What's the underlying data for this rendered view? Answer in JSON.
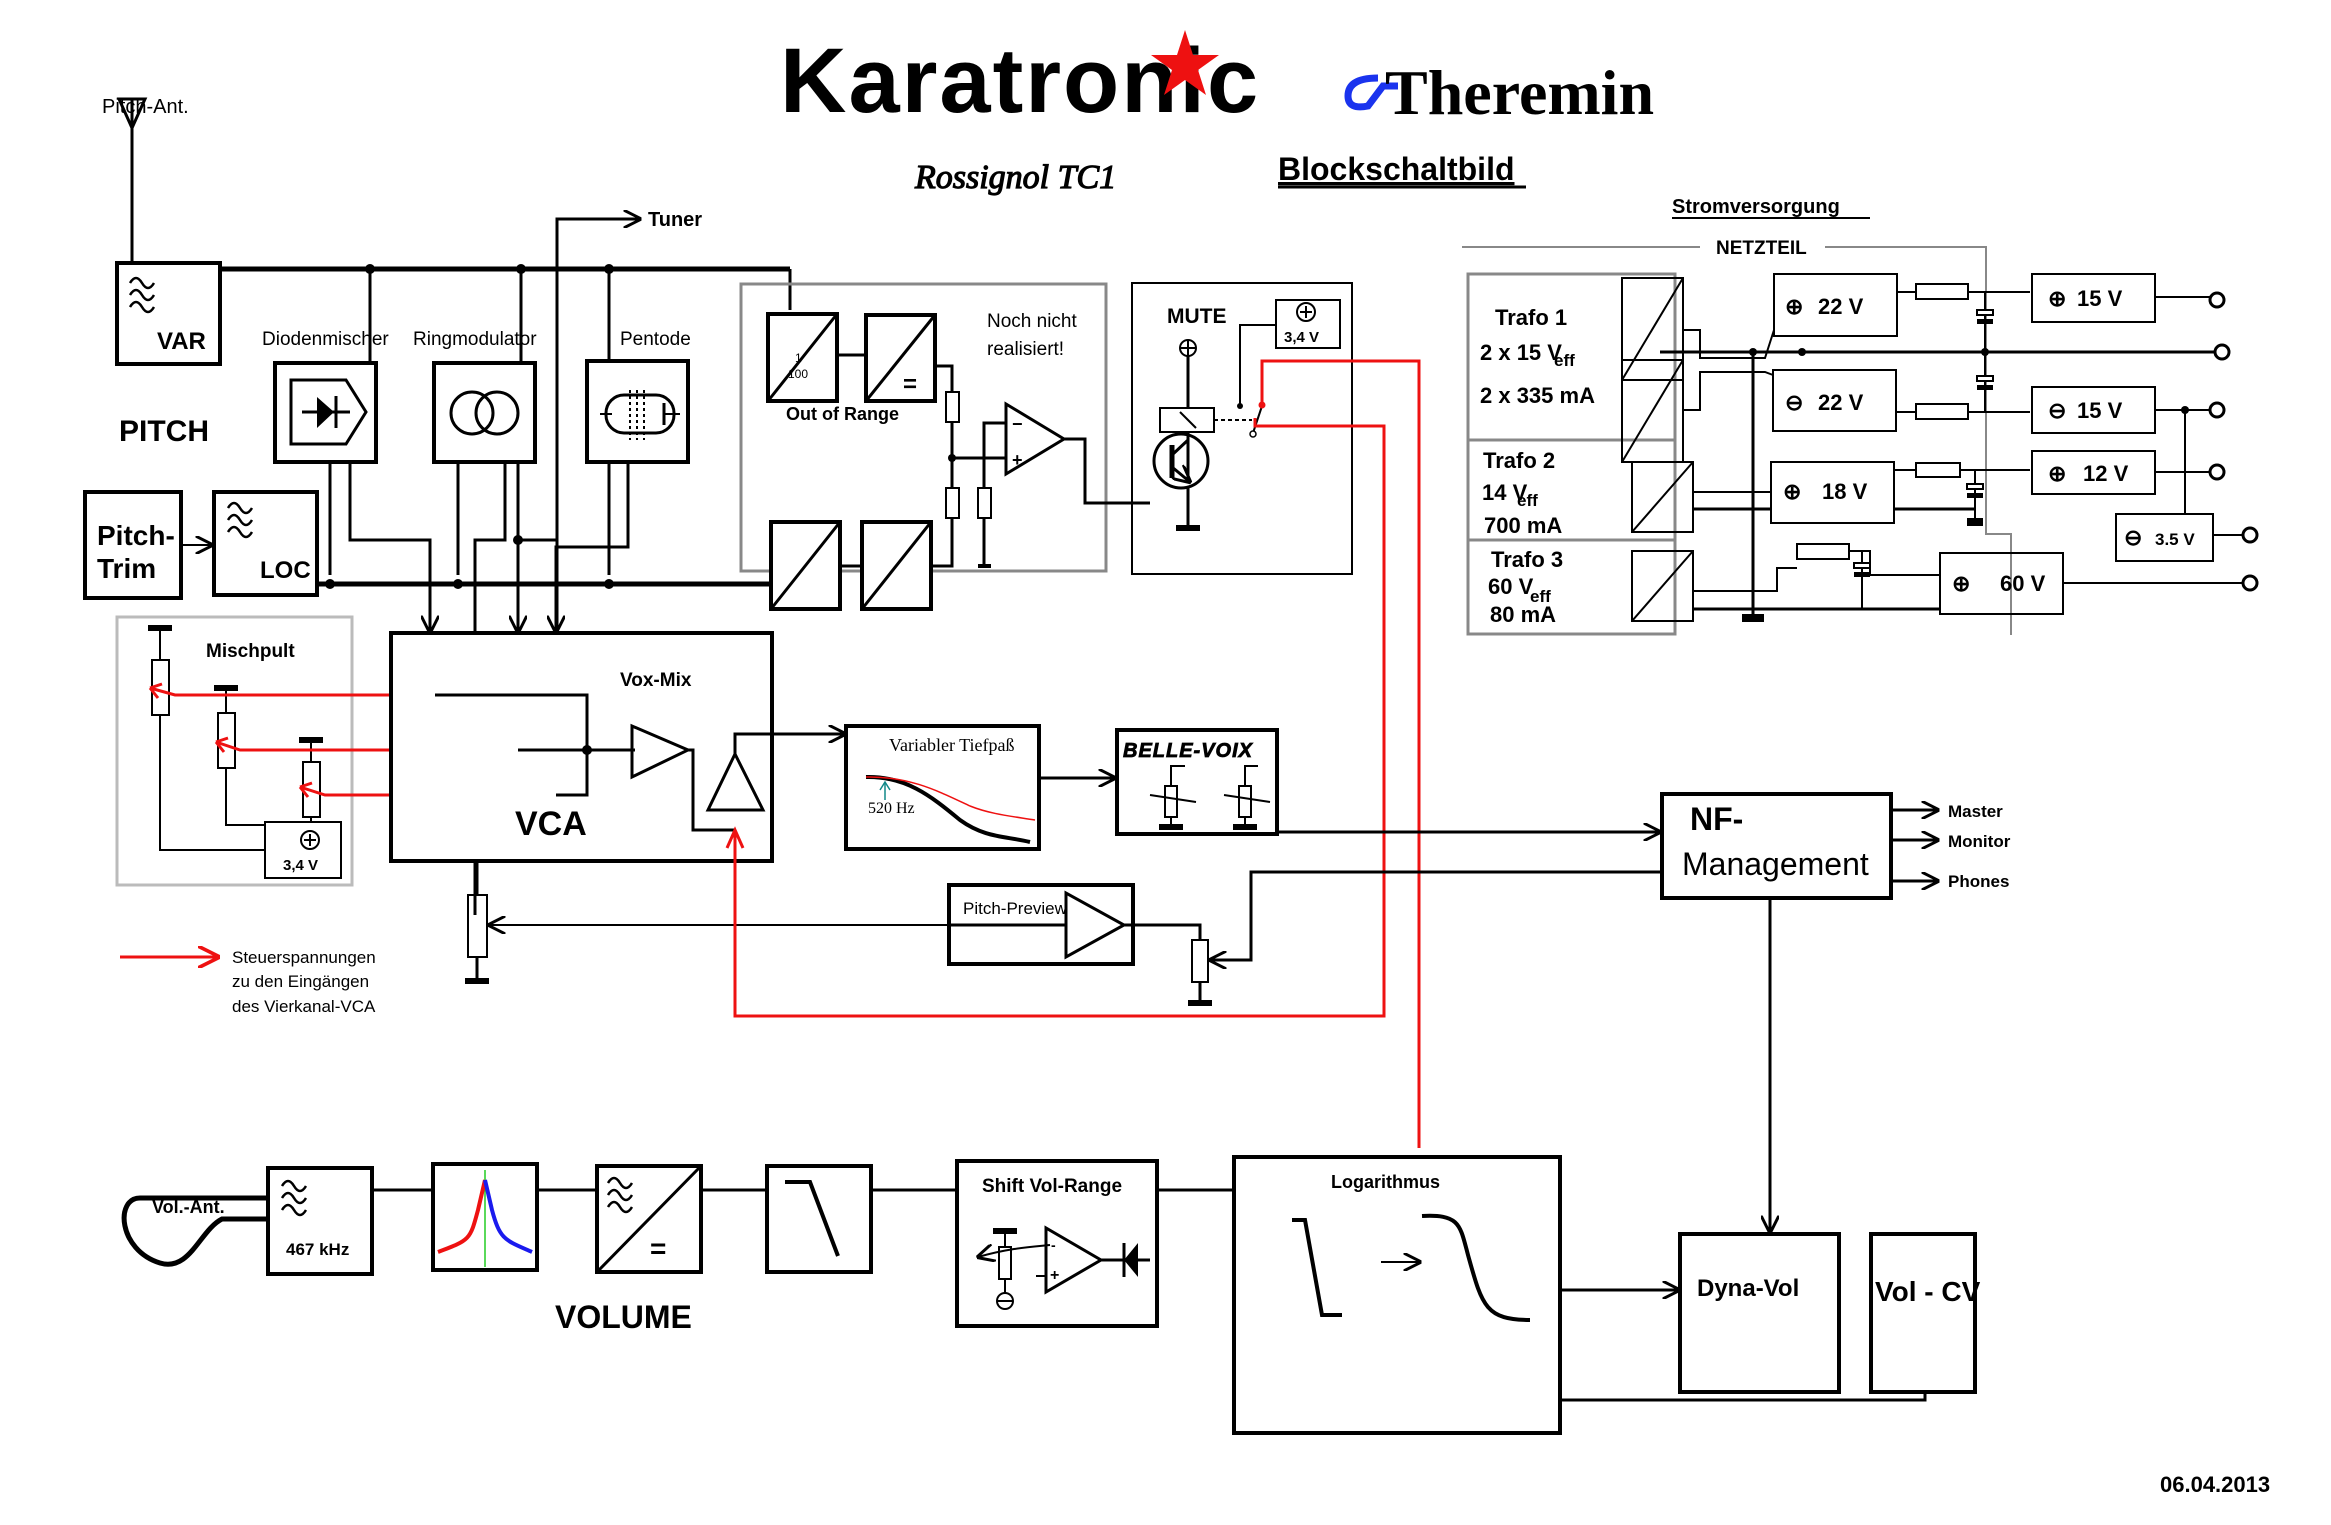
{
  "header": {
    "brand": "Karatronic",
    "brand_star_color": "#ee1111",
    "product": "Theremin",
    "product_accent_blue": "#1a33ee",
    "product_accent_red": "#ee1111",
    "model": "Rossignol TC1",
    "title": "Blockschaltbild"
  },
  "pitch": {
    "antenna_label": "Pitch-Ant.",
    "section_label": "PITCH",
    "var_label": "VAR",
    "loc_label": "LOC",
    "pitch_trim_label_1": "Pitch-",
    "pitch_trim_label_2": "Trim",
    "tuner_label": "Tuner",
    "mixers": [
      {
        "label": "Diodenmischer",
        "icon": "diode-mixer-icon"
      },
      {
        "label": "Ringmodulator",
        "icon": "ring-modulator-icon"
      },
      {
        "label": "Pentode",
        "icon": "pentode-tube-icon"
      }
    ]
  },
  "out_of_range": {
    "label": "Out of Range",
    "note_1": "Noch nicht",
    "note_2": "realisiert!",
    "divider_num": "1",
    "divider_den": "100"
  },
  "mute": {
    "label": "MUTE",
    "supply_label": "3,4 V"
  },
  "mischpult": {
    "label": "Mischpult",
    "supply_label": "3,4 V"
  },
  "vca": {
    "label": "VCA",
    "voxmix_label": "Vox-Mix"
  },
  "filter": {
    "label": "Variabler Tiefpaß",
    "cutoff_label": "520 Hz"
  },
  "belle_voix": {
    "label": "BELLE-VOIX",
    "color": "#d4147a"
  },
  "nf_management": {
    "label_1": "NF-",
    "label_2": "Management",
    "outputs": [
      "Master",
      "Monitor",
      "Phones"
    ]
  },
  "pitch_preview": {
    "label": "Pitch-Preview"
  },
  "legend": {
    "line_1": "Steuerspannungen",
    "line_2": "zu den Eingängen",
    "line_3": "des Vierkanal-VCA",
    "color": "#ee1111"
  },
  "power": {
    "title": "Stromversorgung",
    "section": "NETZTEIL",
    "transformers": [
      {
        "name": "Trafo 1",
        "voltage": "2 x 15 V",
        "voltage_sub": "eff",
        "current": "2 x 335 mA"
      },
      {
        "name": "Trafo 2",
        "voltage": "14 V",
        "voltage_sub": "eff",
        "current": "700 mA"
      },
      {
        "name": "Trafo 3",
        "voltage": "60 V",
        "voltage_sub": "eff",
        "current": "80 mA"
      }
    ],
    "rails_raw": [
      {
        "sign": "+",
        "label": "22 V"
      },
      {
        "sign": "-",
        "label": "22 V"
      },
      {
        "sign": "+",
        "label": "18 V"
      },
      {
        "sign": "+",
        "label": "60 V"
      }
    ],
    "rails_regulated": [
      {
        "sign": "+",
        "label": "15 V"
      },
      {
        "sign": "-",
        "label": "15 V"
      },
      {
        "sign": "+",
        "label": "12 V"
      },
      {
        "sign": "-",
        "label": "3.5 V"
      }
    ]
  },
  "volume": {
    "antenna_label": "Vol.-Ant.",
    "osc_label": "467 kHz",
    "section_label": "VOLUME",
    "shift_label": "Shift Vol-Range",
    "log_label": "Logarithmus",
    "dynavol_label": "Dyna-Vol",
    "volcv_label": "Vol - CV",
    "resonance_colors": {
      "left": "#ee1111",
      "right": "#1a1aee",
      "center": "#22cc22"
    }
  },
  "footer": {
    "date": "06.04.2013"
  }
}
